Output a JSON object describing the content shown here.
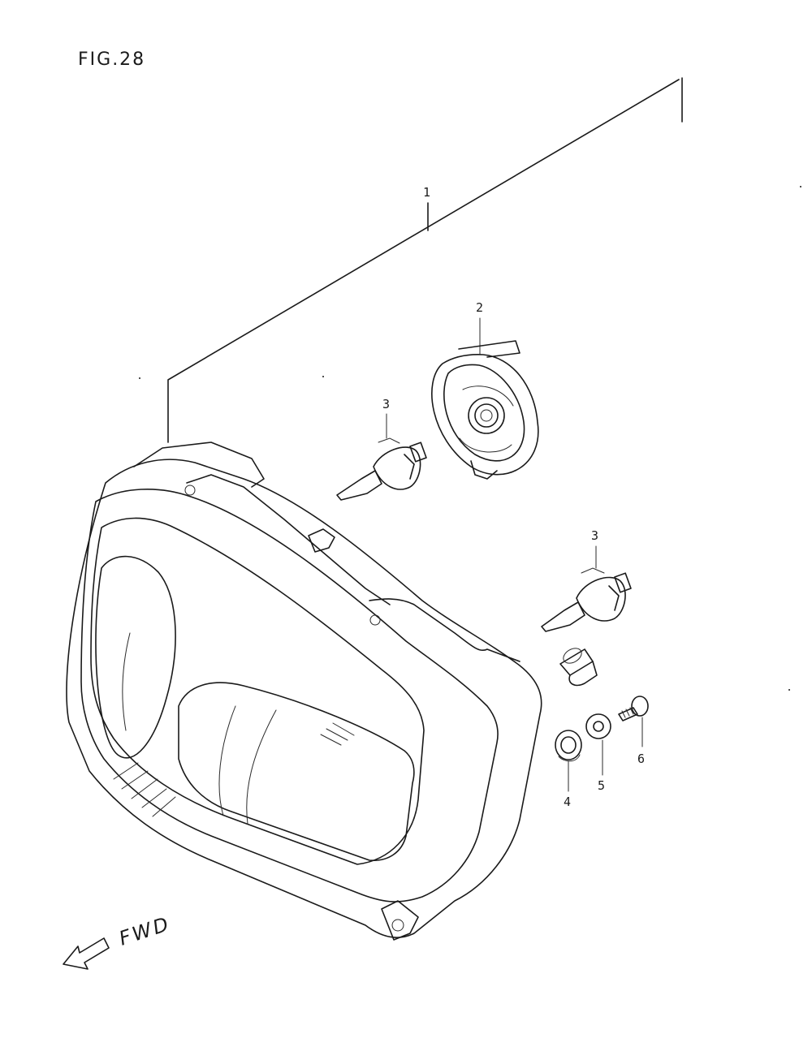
{
  "figure": {
    "title": "FIG.28"
  },
  "callouts": {
    "part_1": "1",
    "part_2": "2",
    "part_3a": "3",
    "part_3b": "3",
    "part_4": "4",
    "part_5": "5",
    "part_6": "6"
  },
  "direction": {
    "label": "FWD"
  },
  "colors": {
    "line": "#1a1a1a",
    "background": "#ffffff"
  }
}
